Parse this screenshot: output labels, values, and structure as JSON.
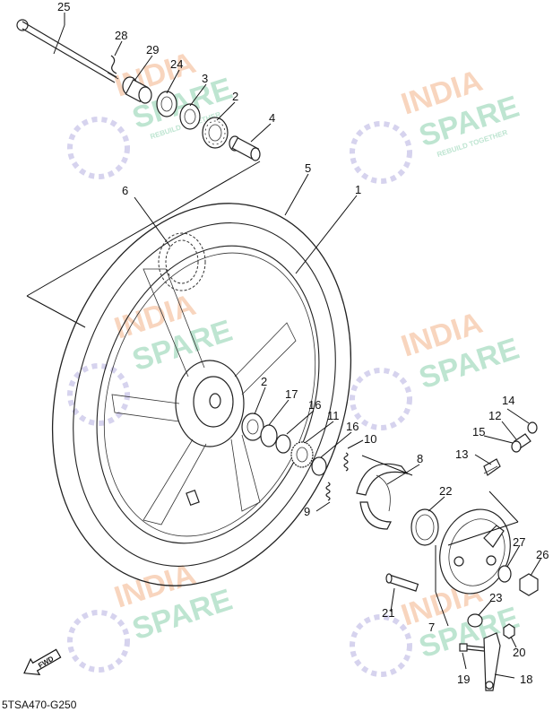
{
  "diagram": {
    "code": "5TSA470-G250",
    "fwd_label": "FWD",
    "parts": [
      "1",
      "2",
      "3",
      "4",
      "5",
      "6",
      "7",
      "8",
      "9",
      "10",
      "11",
      "12",
      "13",
      "14",
      "15",
      "16",
      "17",
      "18",
      "19",
      "20",
      "21",
      "22",
      "23",
      "24",
      "25",
      "26",
      "27",
      "28",
      "29",
      "2",
      "16"
    ],
    "watermark": {
      "line1": "INDIA",
      "line2": "SPARE",
      "tagline": "REBUILD TOGETHER"
    },
    "colors": {
      "watermark_orange": "#f6c7a8",
      "watermark_green": "#a8dcc2",
      "watermark_purple": "#c9c4e8"
    }
  }
}
